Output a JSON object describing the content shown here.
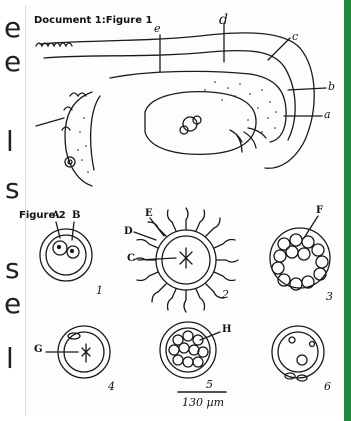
{
  "edge_text": {
    "left_top": "e",
    "left_mid": "e",
    "left_l1": "l",
    "left_s1": "s",
    "left_s2": "s",
    "left_e3": "e",
    "left_l2": "l"
  },
  "figure1": {
    "title": "Document 1:Figure 1",
    "labels": {
      "a": "a",
      "b": "b",
      "c": "c",
      "d": "d",
      "e": "e"
    }
  },
  "figure2": {
    "title": "Figure 2",
    "letters": {
      "A": "A",
      "B": "B",
      "C": "C",
      "D": "D",
      "E": "E",
      "F": "F",
      "G": "G",
      "H": "H"
    },
    "numbers": {
      "n1": "1",
      "n2": "2",
      "n3": "3",
      "n4": "4",
      "n5": "5",
      "n6": "6"
    },
    "scale_bar": "130 µm"
  },
  "colors": {
    "ink": "#1a1a1a",
    "paper": "#fdfdfb",
    "accent_bar": "#1f8a3b"
  }
}
